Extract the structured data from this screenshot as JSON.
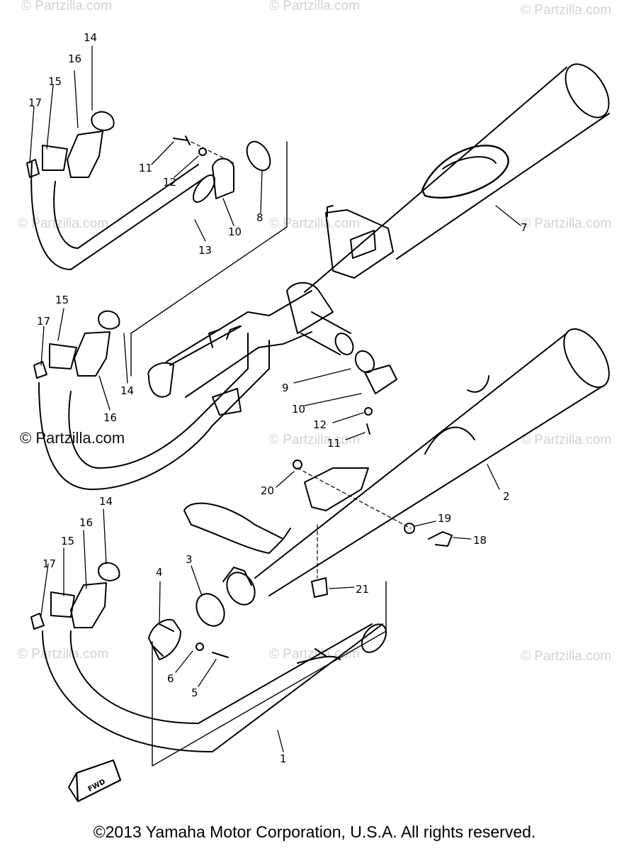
{
  "watermark": "© Partzilla.com",
  "copyright": "©2013 Yamaha Motor Corporation, U.S.A. All rights reserved.",
  "fwd_label": "FWD",
  "callouts": {
    "c1": "1",
    "c2": "2",
    "c3": "3",
    "c4": "4",
    "c5": "5",
    "c6": "6",
    "c7": "7",
    "c8": "8",
    "c9": "9",
    "c10a": "10",
    "c10b": "10",
    "c11a": "11",
    "c11b": "11",
    "c12a": "12",
    "c12b": "12",
    "c13": "13",
    "c14a": "14",
    "c14b": "14",
    "c14c": "14",
    "c15a": "15",
    "c15b": "15",
    "c15c": "15",
    "c16a": "16",
    "c16b": "16",
    "c16c": "16",
    "c17a": "17",
    "c17b": "17",
    "c17c": "17",
    "c18": "18",
    "c19": "19",
    "c20": "20",
    "c21": "21"
  },
  "colors": {
    "line": "#000000",
    "watermark": "#d2d2d2",
    "background": "#ffffff"
  }
}
